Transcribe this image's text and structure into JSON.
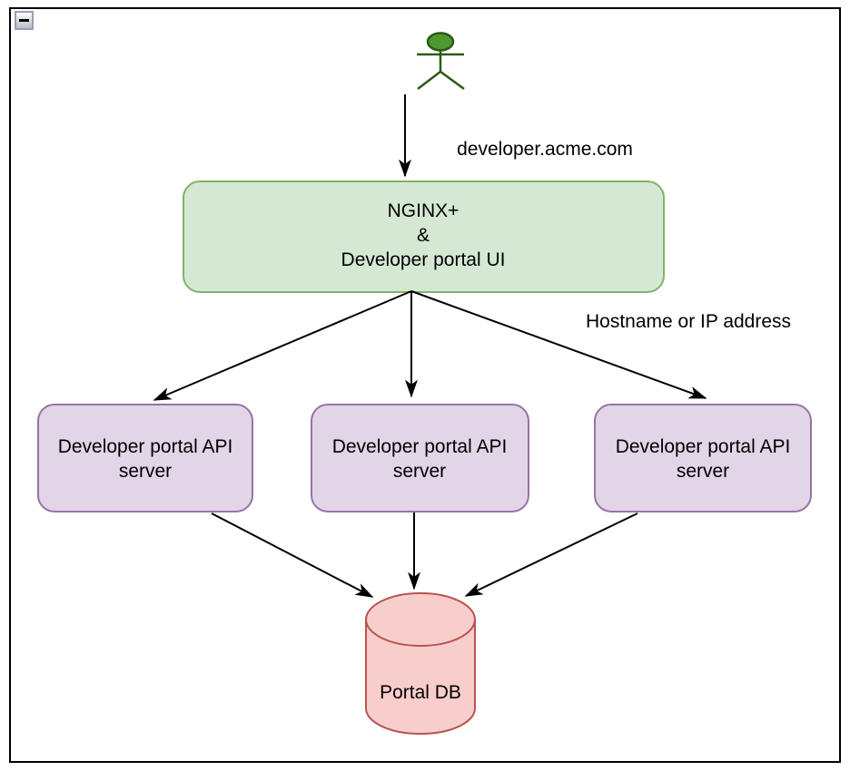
{
  "frame": {
    "collapse_icon": "minus"
  },
  "colors": {
    "frame_border": "#000000",
    "edge": "#000000",
    "actor_fill": "#4c9a2e",
    "actor_stroke": "#2d5a16",
    "nginx_fill": "#d5e8d4",
    "nginx_stroke": "#82b366",
    "api_fill": "#e1d5e7",
    "api_stroke": "#9673a6",
    "db_fill": "#f8cecc",
    "db_stroke": "#b85450"
  },
  "nodes": {
    "nginx": {
      "lines": [
        "NGINX+",
        "&",
        "Developer portal UI"
      ]
    },
    "api_servers": [
      {
        "lines": [
          "Developer portal API",
          "server"
        ]
      },
      {
        "lines": [
          "Developer portal API",
          "server"
        ]
      },
      {
        "lines": [
          "Developer portal API",
          "server"
        ]
      }
    ],
    "portal_db": {
      "label": "Portal DB"
    }
  },
  "edges": {
    "actor_to_nginx": {
      "label": "developer.acme.com"
    },
    "nginx_to_servers": {
      "label": "Hostname or IP address"
    }
  }
}
